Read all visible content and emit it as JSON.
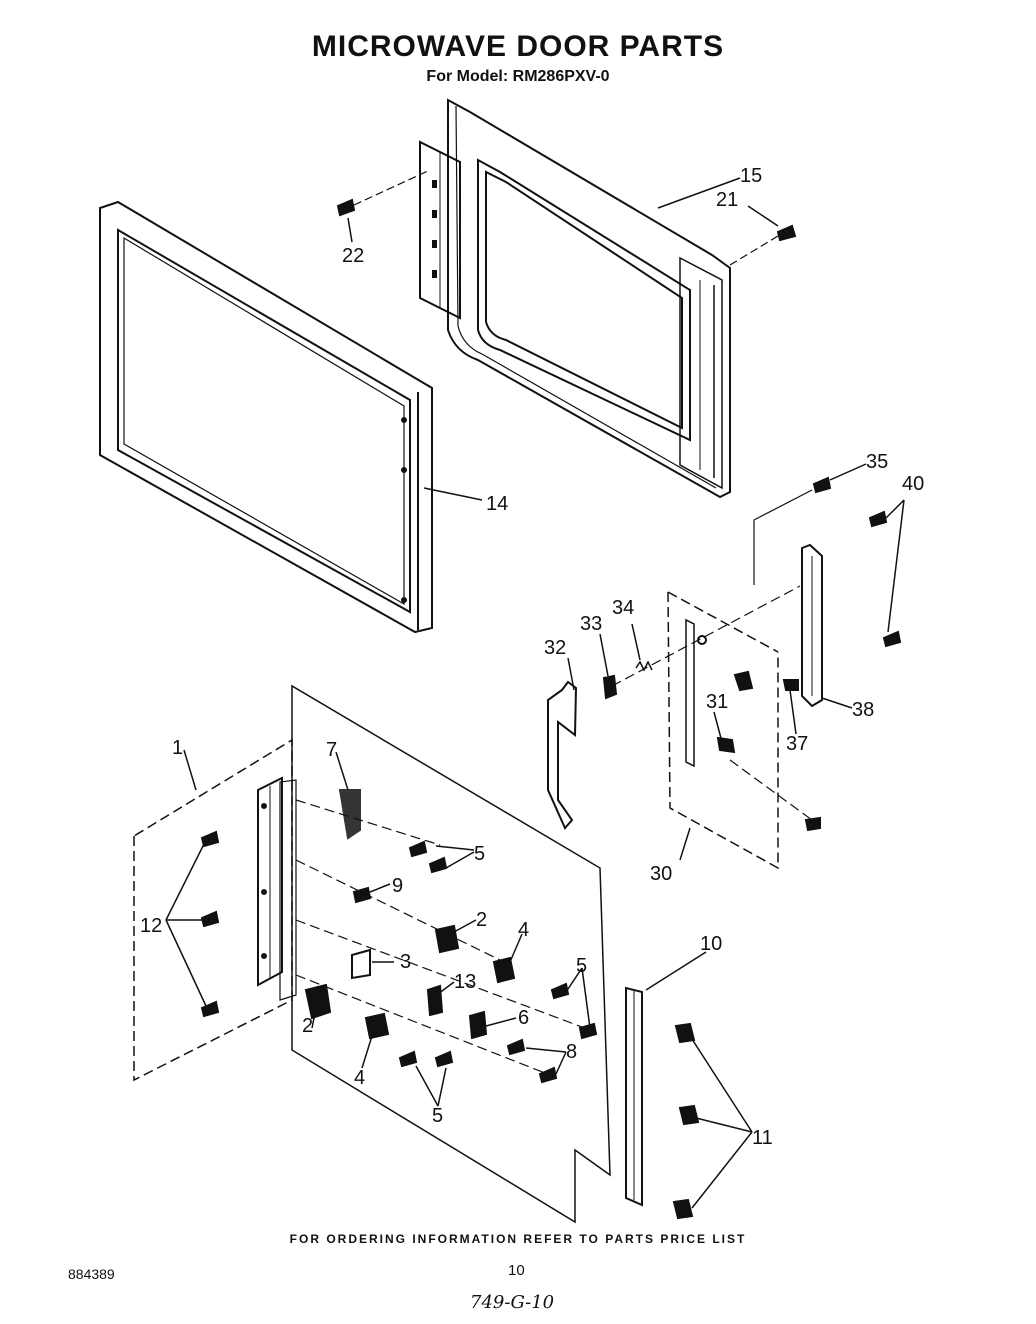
{
  "header": {
    "title": "MICROWAVE DOOR PARTS",
    "model_line": "For Model: RM286PXV-0"
  },
  "footer": {
    "ordering_note": "FOR ORDERING INFORMATION REFER TO PARTS PRICE LIST",
    "document_number": "884389",
    "page_number": "10",
    "handwritten_code": "749-G-10"
  },
  "callouts": {
    "c1": "1",
    "c2a": "2",
    "c2b": "2",
    "c3": "3",
    "c4a": "4",
    "c4b": "4",
    "c5a": "5",
    "c5b": "5",
    "c5c": "5",
    "c6": "6",
    "c7": "7",
    "c8": "8",
    "c9": "9",
    "c10": "10",
    "c11": "11",
    "c12": "12",
    "c13": "13",
    "c14": "14",
    "c15": "15",
    "c21": "21",
    "c22": "22",
    "c30": "30",
    "c31": "31",
    "c32": "32",
    "c33": "33",
    "c34": "34",
    "c35": "35",
    "c37": "37",
    "c38": "38",
    "c40": "40"
  }
}
